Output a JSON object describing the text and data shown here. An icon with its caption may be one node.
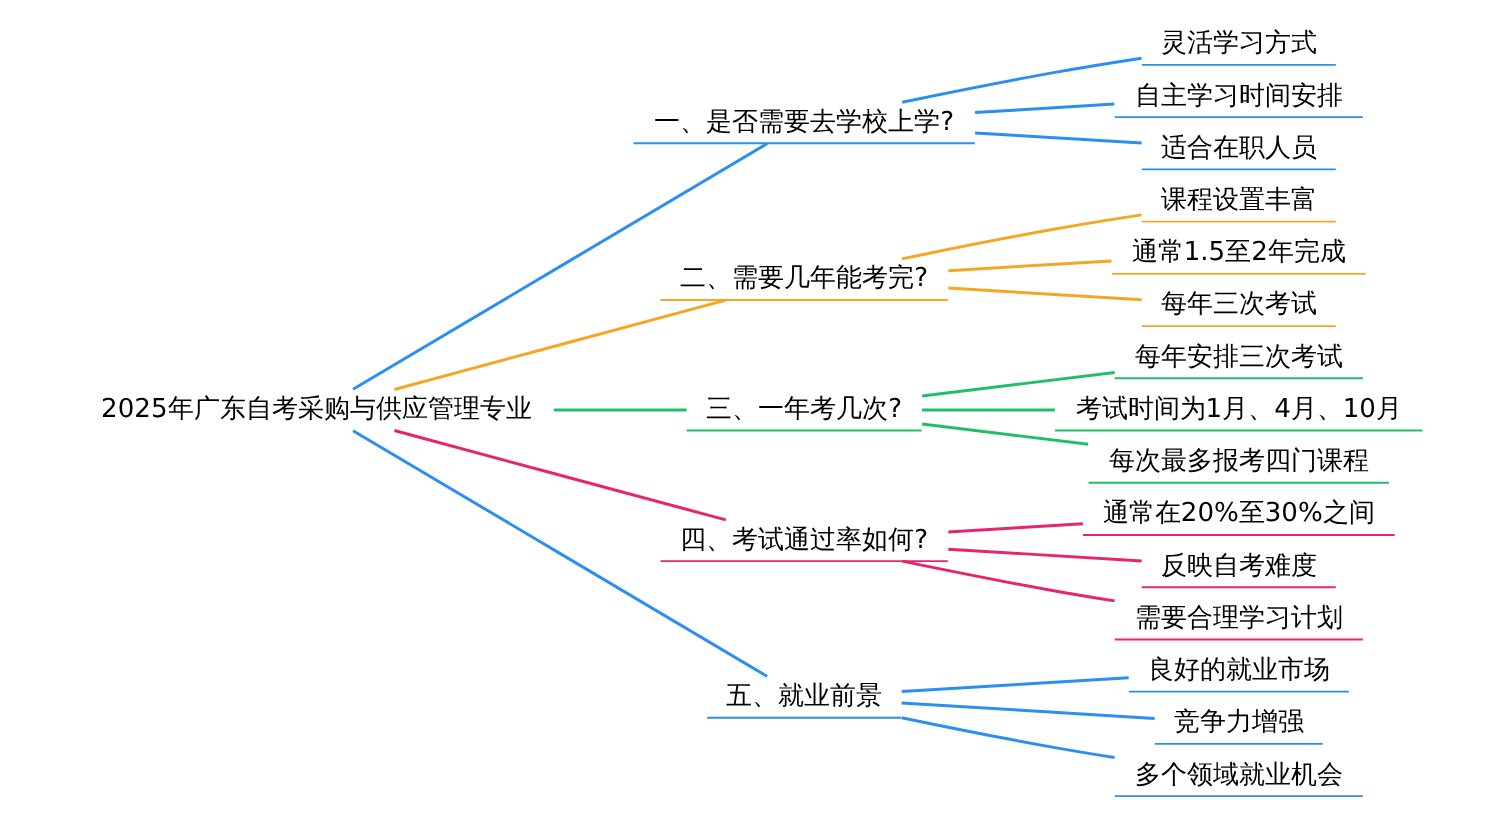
{
  "diagram": {
    "nodes": [
      {
        "text": [
          "2025年广东自考采购与供应管理专业"
        ]
      },
      {
        "text": [
          "一、是否需要去学校上学?"
        ]
      },
      {
        "text": [
          "灵活学习方式"
        ]
      },
      {
        "text": [
          "自主学习时间安排"
        ]
      },
      {
        "text": [
          "适合在职人员"
        ]
      },
      {
        "text": [
          "二、需要几年能考完?"
        ]
      },
      {
        "text": [
          "课程设置丰富"
        ]
      },
      {
        "text": [
          "通常1.5至2年完成"
        ]
      },
      {
        "text": [
          "每年三次考试"
        ]
      },
      {
        "text": [
          "三、一年考几次?"
        ]
      },
      {
        "text": [
          "每年安排三次考试"
        ]
      },
      {
        "text": [
          "考试时间为1月、4月、10月"
        ]
      },
      {
        "text": [
          "每次最多报考四门课程"
        ]
      },
      {
        "text": [
          "四、考试通过率如何?"
        ]
      },
      {
        "text": [
          "通常在20%至30%之间"
        ]
      },
      {
        "text": [
          "反映自考难度"
        ]
      },
      {
        "text": [
          "需要合理学习计划"
        ]
      },
      {
        "text": [
          "五、就业前景"
        ]
      },
      {
        "text": [
          "良好的就业市场"
        ]
      },
      {
        "text": [
          "竞争力增强"
        ]
      },
      {
        "text": [
          "多个领域就业机会"
        ]
      }
    ],
    "edges": [
      {
        "from": 0,
        "to": 1,
        "arrow": "none",
        "color": "#2b8ff0"
      },
      {
        "from": 1,
        "to": 2,
        "arrow": "none",
        "color": "#2b8ff0"
      },
      {
        "from": 1,
        "to": 3,
        "arrow": "none",
        "color": "#2b8ff0"
      },
      {
        "from": 1,
        "to": 4,
        "arrow": "none",
        "color": "#2b8ff0"
      },
      {
        "from": 0,
        "to": 5,
        "arrow": "none",
        "color": "#f5a623"
      },
      {
        "from": 5,
        "to": 6,
        "arrow": "none",
        "color": "#f5a623"
      },
      {
        "from": 5,
        "to": 7,
        "arrow": "none",
        "color": "#f5a623"
      },
      {
        "from": 5,
        "to": 8,
        "arrow": "none",
        "color": "#f5a623"
      },
      {
        "from": 0,
        "to": 9,
        "arrow": "none",
        "color": "#1fbf6a"
      },
      {
        "from": 9,
        "to": 10,
        "arrow": "none",
        "color": "#1fbf6a"
      },
      {
        "from": 9,
        "to": 11,
        "arrow": "none",
        "color": "#1fbf6a"
      },
      {
        "from": 9,
        "to": 12,
        "arrow": "none",
        "color": "#1fbf6a"
      },
      {
        "from": 0,
        "to": 13,
        "arrow": "none",
        "color": "#e8246e"
      },
      {
        "from": 13,
        "to": 14,
        "arrow": "none",
        "color": "#e8246e"
      },
      {
        "from": 13,
        "to": 15,
        "arrow": "none",
        "color": "#e8246e"
      },
      {
        "from": 13,
        "to": 16,
        "arrow": "none",
        "color": "#e8246e"
      },
      {
        "from": 0,
        "to": 17,
        "arrow": "none",
        "color": "#2b8ff0"
      },
      {
        "from": 17,
        "to": 18,
        "arrow": "none",
        "color": "#2b8ff0"
      },
      {
        "from": 17,
        "to": 19,
        "arrow": "none",
        "color": "#2b8ff0"
      },
      {
        "from": 17,
        "to": 20,
        "arrow": "none",
        "color": "#2b8ff0"
      }
    ]
  }
}
